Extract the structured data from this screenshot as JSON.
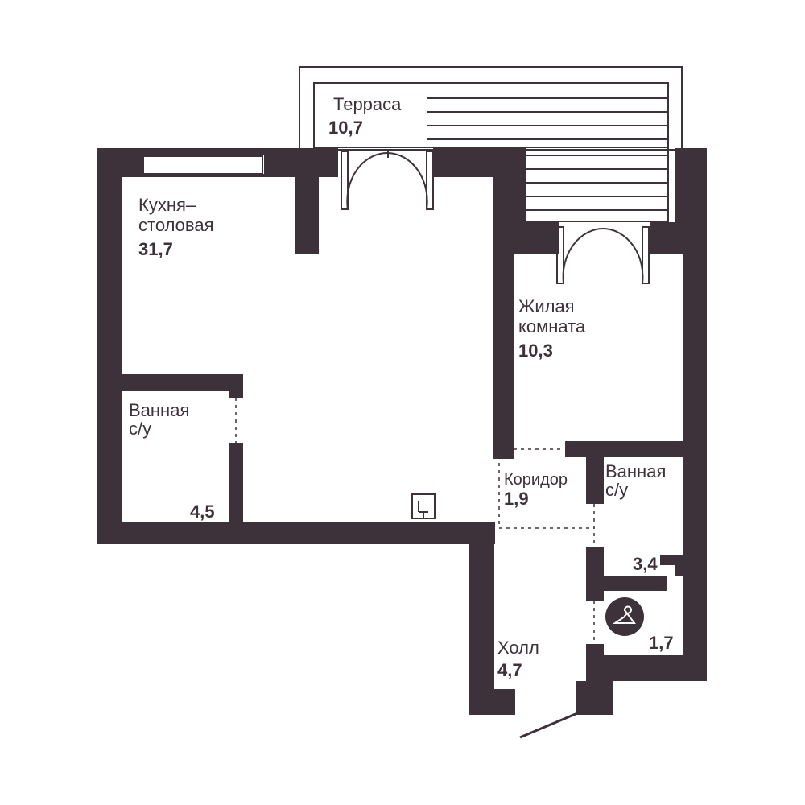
{
  "terrace": {
    "name": "Терраса",
    "area": "10,7"
  },
  "kitchen": {
    "name_line1": "Кухня–",
    "name_line2": "столовая",
    "area": "31,7"
  },
  "living": {
    "name_line1": "Жилая",
    "name_line2": "комната",
    "area": "10,3"
  },
  "bath_left": {
    "name_line1": "Ванная",
    "name_line2": "с/у",
    "area": "4,5"
  },
  "corridor": {
    "name": "Коридор",
    "area": "1,9"
  },
  "bath_right": {
    "name_line1": "Ванная",
    "name_line2": "с/у",
    "area": "3,4"
  },
  "wardrobe": {
    "area": "1,7",
    "icon": "hanger-icon"
  },
  "hall": {
    "name": "Холл",
    "area": "4,7"
  },
  "colors": {
    "wall": "#3d3239",
    "background": "#ffffff"
  }
}
